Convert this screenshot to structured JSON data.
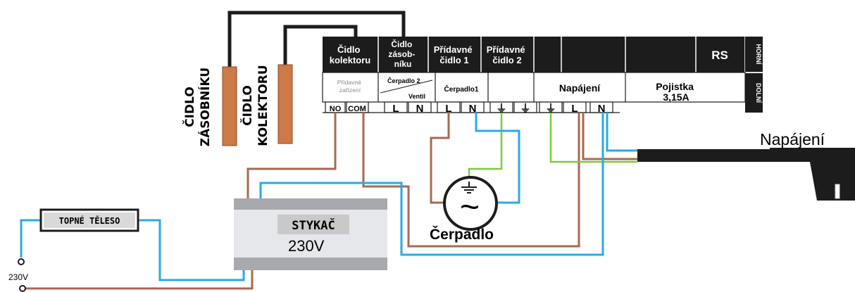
{
  "terminal_block": {
    "headers": [
      {
        "line1": "Čidlo",
        "line2": "kolektoru",
        "line3": ""
      },
      {
        "line1": "Čidlo",
        "line2": "zásob-",
        "line3": "níku"
      },
      {
        "line1": "Přídavné",
        "line2": "čidlo 1",
        "line3": ""
      },
      {
        "line1": "Přídavné",
        "line2": "čidlo 2",
        "line3": ""
      }
    ],
    "rs_label": "RS",
    "horni": "HORNÍ",
    "dolni": "DOLNÍ",
    "pridavne_zarizeni_1": "Přídavné",
    "pridavne_zarizeni_2": "zařízení",
    "cerpadlo2": "Čerpadlo 2",
    "ventil": "Ventil",
    "cerpadlo1": "Čerpadlo1",
    "napajeni": "Napájení",
    "pojistka_1": "Pojistka",
    "pojistka_2": "3,15A",
    "terminals": [
      "NO",
      "COM",
      "L",
      "N",
      "L",
      "N",
      "⏚",
      "⏚",
      "⏚",
      "L",
      "N"
    ]
  },
  "sensors": {
    "zasobniku_1": "ČIDLO",
    "zasobniku_2": "ZÁSOBNÍKU",
    "kolektoru_1": "ČIDLO",
    "kolektoru_2": "KOLEKTORU"
  },
  "power_plug_label": "Napájení",
  "pump_label": "Čerpadlo",
  "pump_symbol": "~",
  "contactor": {
    "label": "STYKAČ",
    "voltage": "230V"
  },
  "heater_label": "TOPNÉ TĚLESO",
  "mains_voltage": "230V",
  "colors": {
    "black": "#1c1c1c",
    "brown": "#a66a50",
    "blue": "#29a9e8",
    "green": "#7ecb3a",
    "sensor": "#cd7a46"
  }
}
